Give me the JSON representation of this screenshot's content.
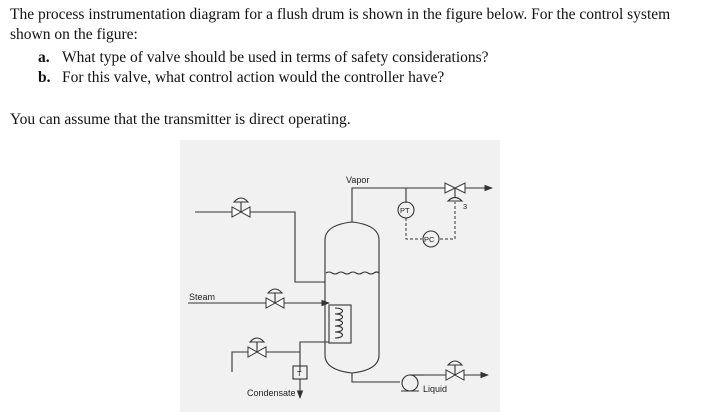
{
  "question": {
    "intro": "The process instrumentation diagram for a flush drum is shown in the figure below. For the control system shown on the figure:",
    "parts": [
      {
        "label": "a.",
        "text": "What type of valve should be used in terms of safety considerations?"
      },
      {
        "label": "b.",
        "text": "For this valve, what control action would the controller have?"
      }
    ],
    "note": "You can assume that the transmitter is direct operating."
  },
  "diagram": {
    "vapor_label": "Vapor",
    "steam_label": "Steam",
    "condensate_label": "Condensate",
    "liquid_label": "Liquid",
    "pt_tag": "PT",
    "pc_tag": "PC",
    "trap_tag": "T",
    "valve_number": "3"
  }
}
